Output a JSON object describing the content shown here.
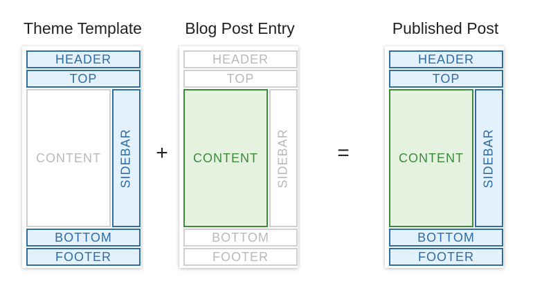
{
  "panels": [
    {
      "title": "Theme Template",
      "header": "HEADER",
      "top": "TOP",
      "content": "CONTENT",
      "sidebar": "SIDEBAR",
      "bottom": "BOTTOM",
      "footer": "FOOTER"
    },
    {
      "title": "Blog Post Entry",
      "header": "HEADER",
      "top": "TOP",
      "content": "CONTENT",
      "sidebar": "SIDEBAR",
      "bottom": "BOTTOM",
      "footer": "FOOTER"
    },
    {
      "title": "Published Post",
      "header": "HEADER",
      "top": "TOP",
      "content": "CONTENT",
      "sidebar": "SIDEBAR",
      "bottom": "BOTTOM",
      "footer": "FOOTER"
    }
  ],
  "operators": {
    "plus": "+",
    "equals": "="
  },
  "colors": {
    "template_region_border": "#2f6ca3",
    "template_region_fill": "#e2f1fb",
    "inactive_region_border": "#cfcfcf",
    "inactive_region_text": "#b9b9b9",
    "content_border": "#3a8a3a",
    "content_fill": "#e6f2e0"
  }
}
